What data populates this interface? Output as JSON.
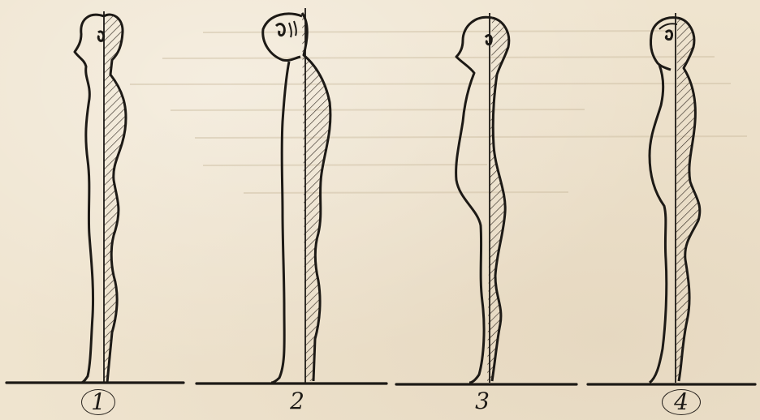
{
  "figures": [
    {
      "label": "1",
      "circled": true
    },
    {
      "label": "2",
      "circled": false
    },
    {
      "label": "3",
      "circled": false
    },
    {
      "label": "4",
      "circled": true
    }
  ],
  "colors": {
    "paper": "#efe4cf",
    "ink": "#1d1a16",
    "hatch": "#3a322a"
  }
}
